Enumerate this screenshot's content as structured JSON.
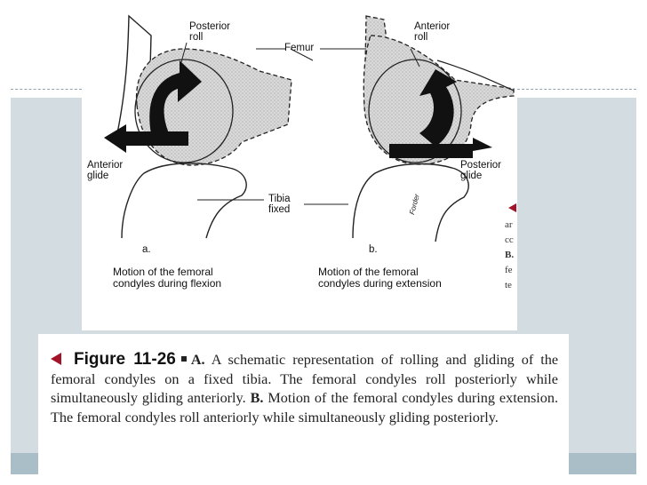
{
  "figure": {
    "labels": {
      "posterior_roll": "Posterior\nroll",
      "femur": "Femur",
      "anterior_roll": "Anterior\nroll",
      "anterior_glide": "Anterior\nglide",
      "posterior_glide": "Posterior\nglide",
      "tibia_fixed": "Tibia\nfixed",
      "panel_a": "a.",
      "panel_b": "b.",
      "signature": "Forder"
    },
    "captions": {
      "flexion": "Motion of the femoral\ncondyles during flexion",
      "extension": "Motion of the femoral\ncondyles during extension"
    }
  },
  "side_fragment": [
    "ar",
    "cc",
    "B.",
    "fe",
    "te"
  ],
  "caption": {
    "figure_number": "Figure 11-26",
    "part_a_marker": "A.",
    "part_a_text": "A schematic representation of rolling and gliding of the femoral condyles on a fixed tibia. The femoral condyles roll posteriorly while simultaneously gliding anteriorly.",
    "part_b_marker": "B.",
    "part_b_text": "Motion of the femoral condyles during extension. The femoral condyles roll anteriorly while simultaneously gliding posteriorly."
  },
  "colors": {
    "accent_triangle": "#a3132a",
    "slide_band": "#d3dde1",
    "slide_bottom_band": "#a9bec6"
  }
}
